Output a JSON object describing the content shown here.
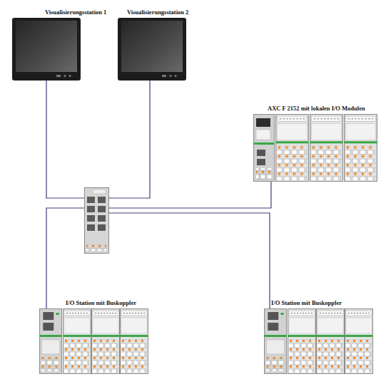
{
  "diagram": {
    "nodes": [
      {
        "text": [
          "Visualisierungsstation 1"
        ]
      },
      {
        "text": [
          "Visualisierungsstation 2"
        ]
      },
      {
        "text": [
          "AXC F 2152 mit lokalen I/O Modulen"
        ]
      },
      {
        "text": []
      },
      {
        "text": [
          "I/O Station mit Buskoppler"
        ]
      },
      {
        "text": [
          "I/O Station mit Buskoppler"
        ]
      }
    ],
    "edges": [
      {
        "from": 0,
        "to": 3,
        "arrow": "none"
      },
      {
        "from": 1,
        "to": 3,
        "arrow": "none"
      },
      {
        "from": 2,
        "to": 3,
        "arrow": "none"
      },
      {
        "from": 3,
        "to": 4,
        "arrow": "none"
      },
      {
        "from": 3,
        "to": 5,
        "arrow": "none"
      }
    ]
  }
}
